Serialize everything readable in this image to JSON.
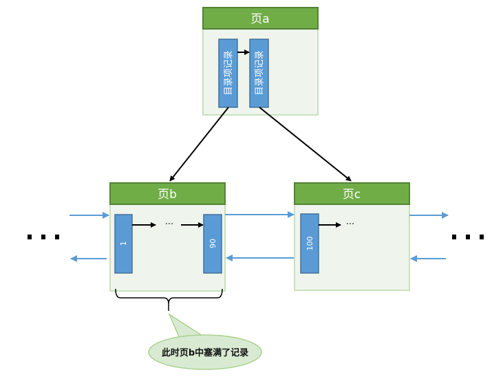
{
  "diagram": {
    "pages": {
      "a": {
        "title": "页a",
        "records": [
          "目录项记录",
          "目录项记录"
        ]
      },
      "b": {
        "title": "页b",
        "first_record": "1",
        "last_record": "90",
        "ellipsis": "···"
      },
      "c": {
        "title": "页c",
        "first_record": "100",
        "ellipsis": "···"
      }
    },
    "left_ellipsis": "■ ■ ■",
    "right_ellipsis": "■ ■ ■",
    "callout": {
      "text": "此时页b中塞满了记录"
    },
    "colors": {
      "page_header": "#70ad47",
      "page_body": "#eff5ec",
      "record": "#5b9bd5",
      "link_arrow": "#5b9bd5",
      "pointer_arrow": "#000000",
      "callout_fill": "#d9ead3"
    }
  }
}
